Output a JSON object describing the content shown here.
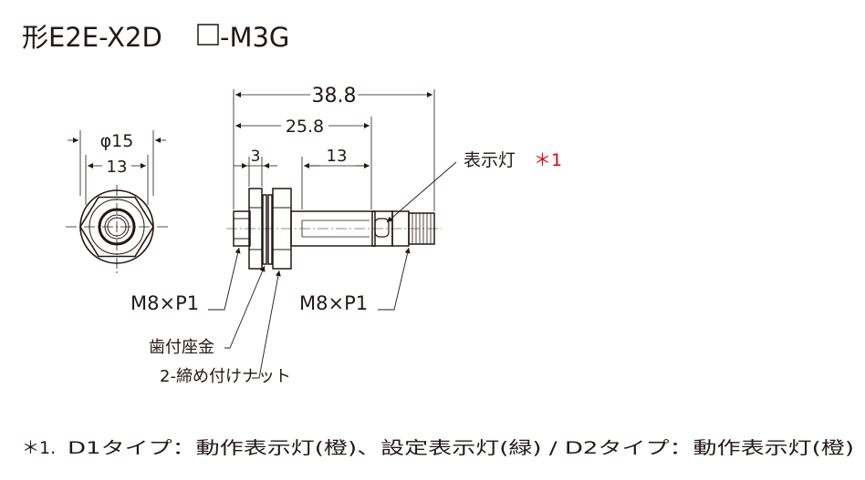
{
  "title": {
    "prefix": "形",
    "model_a": "E2E-X2D",
    "model_b": "-M3G"
  },
  "dimensions": {
    "overall_length": "38.8",
    "sensor_length": "25.8",
    "nut_width": "3",
    "thread_length": "13",
    "outer_diameter": "φ15",
    "across_flats": "13"
  },
  "callouts": {
    "indicator_lamp": "表示灯",
    "indicator_note_mark": "＊1",
    "thread_front": "M8×P1",
    "thread_connector": "M8×P1",
    "toothed_washer": "歯付座金",
    "lock_nuts": "2-締め付けナット"
  },
  "footnote": {
    "mark": "＊1.",
    "text": "D1タイプ：動作表示灯(橙)、設定表示灯(緑) / D2タイプ：動作表示灯(橙)"
  },
  "colors": {
    "line": "#231815",
    "accent": "#e60012"
  }
}
